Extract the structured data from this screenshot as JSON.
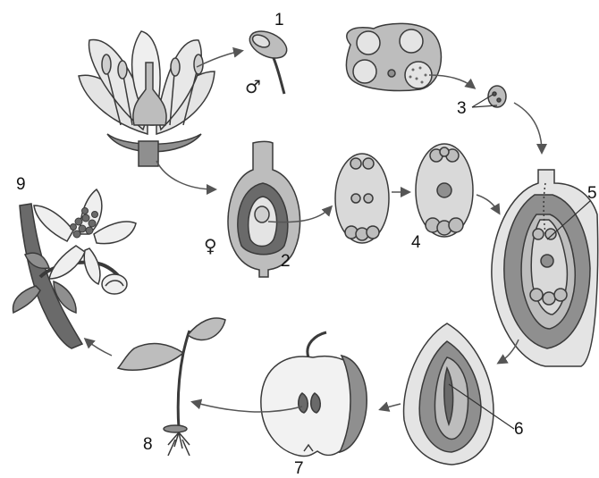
{
  "labels": {
    "n1": "1",
    "n2": "2",
    "n3": "3",
    "n4": "4",
    "n5": "5",
    "n6": "6",
    "n7": "7",
    "n8": "8",
    "n9": "9"
  },
  "symbols": {
    "male": "♂",
    "female": "♀"
  },
  "colors": {
    "light": "#e4e4e4",
    "mid": "#bdbdbd",
    "dark": "#8f8f8f",
    "darker": "#6a6a6a",
    "outline": "#3a3a3a",
    "arrow": "#555555"
  }
}
